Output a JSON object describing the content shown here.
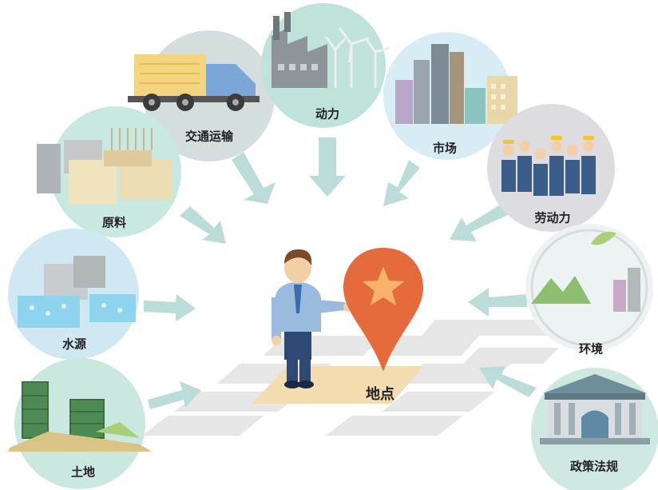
{
  "factors": {
    "transport": "交通运输",
    "power": "动力",
    "market": "市场",
    "raw_materials": "原料",
    "labor": "劳动力",
    "water": "水源",
    "environment": "环境",
    "land": "土地",
    "policy": "政策法规"
  },
  "center_label": "地点",
  "colors": {
    "arrow": "#b9d9d8",
    "road": "#e3e3e3",
    "pin": "#e56a3c",
    "star": "#f6b26b",
    "site": "#f3dcaf"
  }
}
